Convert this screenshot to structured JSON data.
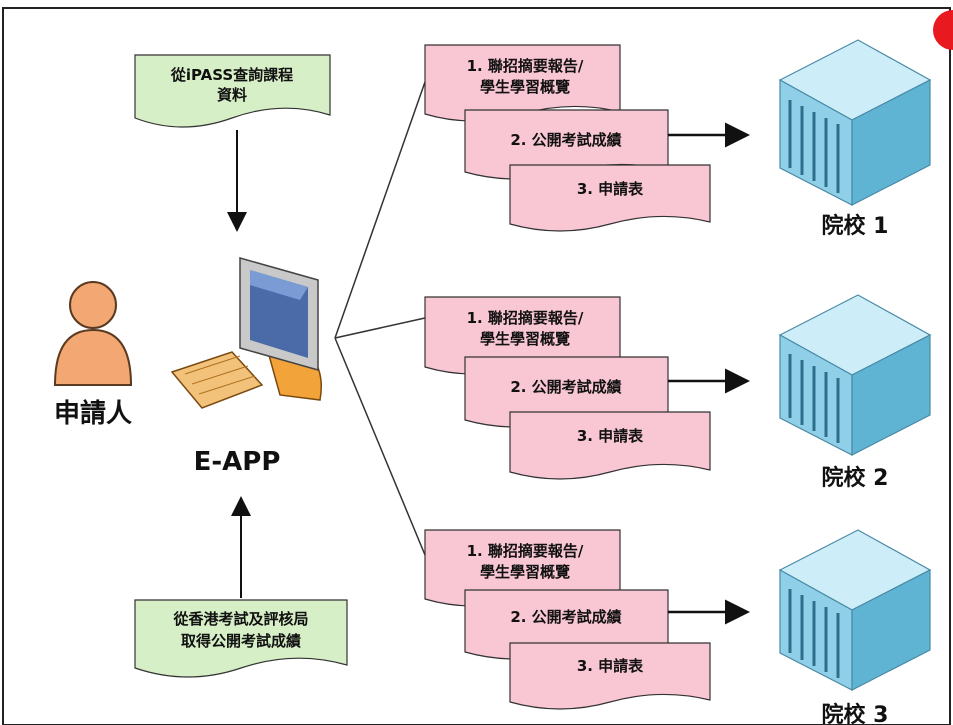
{
  "colors": {
    "doc_fill": "#f9c6d4",
    "doc_stroke": "#333333",
    "green_fill": "#d7efc6",
    "building_fill": "#8fd0e8",
    "person_fill": "#f3a873",
    "monitor_fill": "#f2a33a",
    "corner_dot": "#e8191f"
  },
  "ipass_note": {
    "line1": "從iPASS查詢課程",
    "line2": "資料"
  },
  "hkeaa_note": {
    "line1": "從香港考試及評核局",
    "line2": "取得公開考試成績"
  },
  "applicant": {
    "label": "申請人",
    "icon": "person-icon"
  },
  "system": {
    "label": "E-APP",
    "icon": "computer-icon"
  },
  "packages": [
    {
      "doc1_line1": "1. 聯招摘要報告/",
      "doc1_line2": "學生學習概覽",
      "doc2": "2. 公開考試成績",
      "doc3": "3. 申請表",
      "institution": "院校 1"
    },
    {
      "doc1_line1": "1. 聯招摘要報告/",
      "doc1_line2": "學生學習概覽",
      "doc2": "2. 公開考試成績",
      "doc3": "3. 申請表",
      "institution": "院校 2"
    },
    {
      "doc1_line1": "1. 聯招摘要報告/",
      "doc1_line2": "學生學習概覽",
      "doc2": "2. 公開考試成績",
      "doc3": "3. 申請表",
      "institution": "院校 3"
    }
  ]
}
